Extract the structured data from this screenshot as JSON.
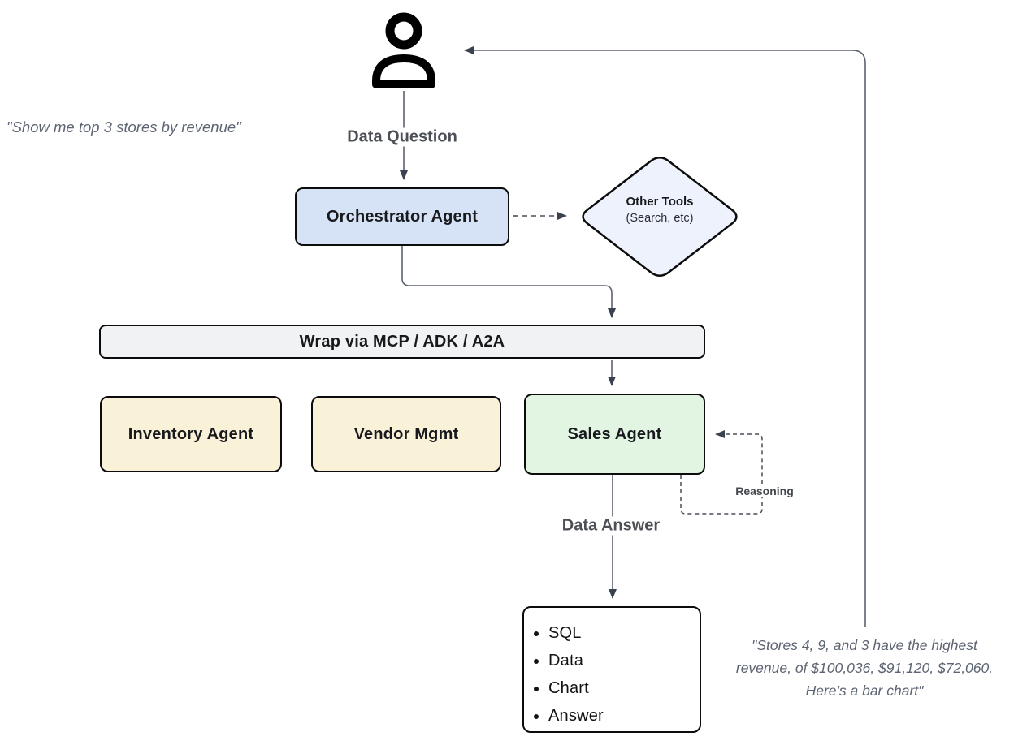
{
  "quotes": {
    "user": "\"Show me top 3 stores by revenue\"",
    "answer_lines": [
      "\"Stores 4, 9, and 3 have the highest",
      "revenue, of $100,036, $91,120, $72,060.",
      "Here's a bar chart\""
    ]
  },
  "nodes": {
    "orchestrator": {
      "label": "Orchestrator Agent"
    },
    "other_tools": {
      "title": "Other Tools",
      "subtitle": "(Search, etc)"
    },
    "wrap_bar": {
      "label": "Wrap via MCP / ADK / A2A"
    },
    "inventory": {
      "label": "Inventory Agent"
    },
    "vendor": {
      "label": "Vendor Mgmt"
    },
    "sales": {
      "label": "Sales Agent"
    },
    "output": {
      "items": [
        "SQL",
        "Data",
        "Chart",
        "Answer"
      ]
    }
  },
  "edge_labels": {
    "data_question": "Data Question",
    "data_answer": "Data Answer",
    "reasoning": "Reasoning"
  },
  "icons": {
    "user": "person-icon"
  },
  "colors": {
    "orchestrator_fill": "#d6e2f6",
    "other_tools_fill": "#edf2fc",
    "wrap_bar_fill": "#f1f2f3",
    "agent_yellow_fill": "#faf1d9",
    "sales_green_fill": "#e1f5e2",
    "output_fill": "#ffffff",
    "node_border": "#0c0c0c",
    "connector_line": "#5c6370",
    "arrowhead": "#3a414f",
    "edge_label_text": "#4c5056",
    "quote_text": "#5d6472"
  }
}
